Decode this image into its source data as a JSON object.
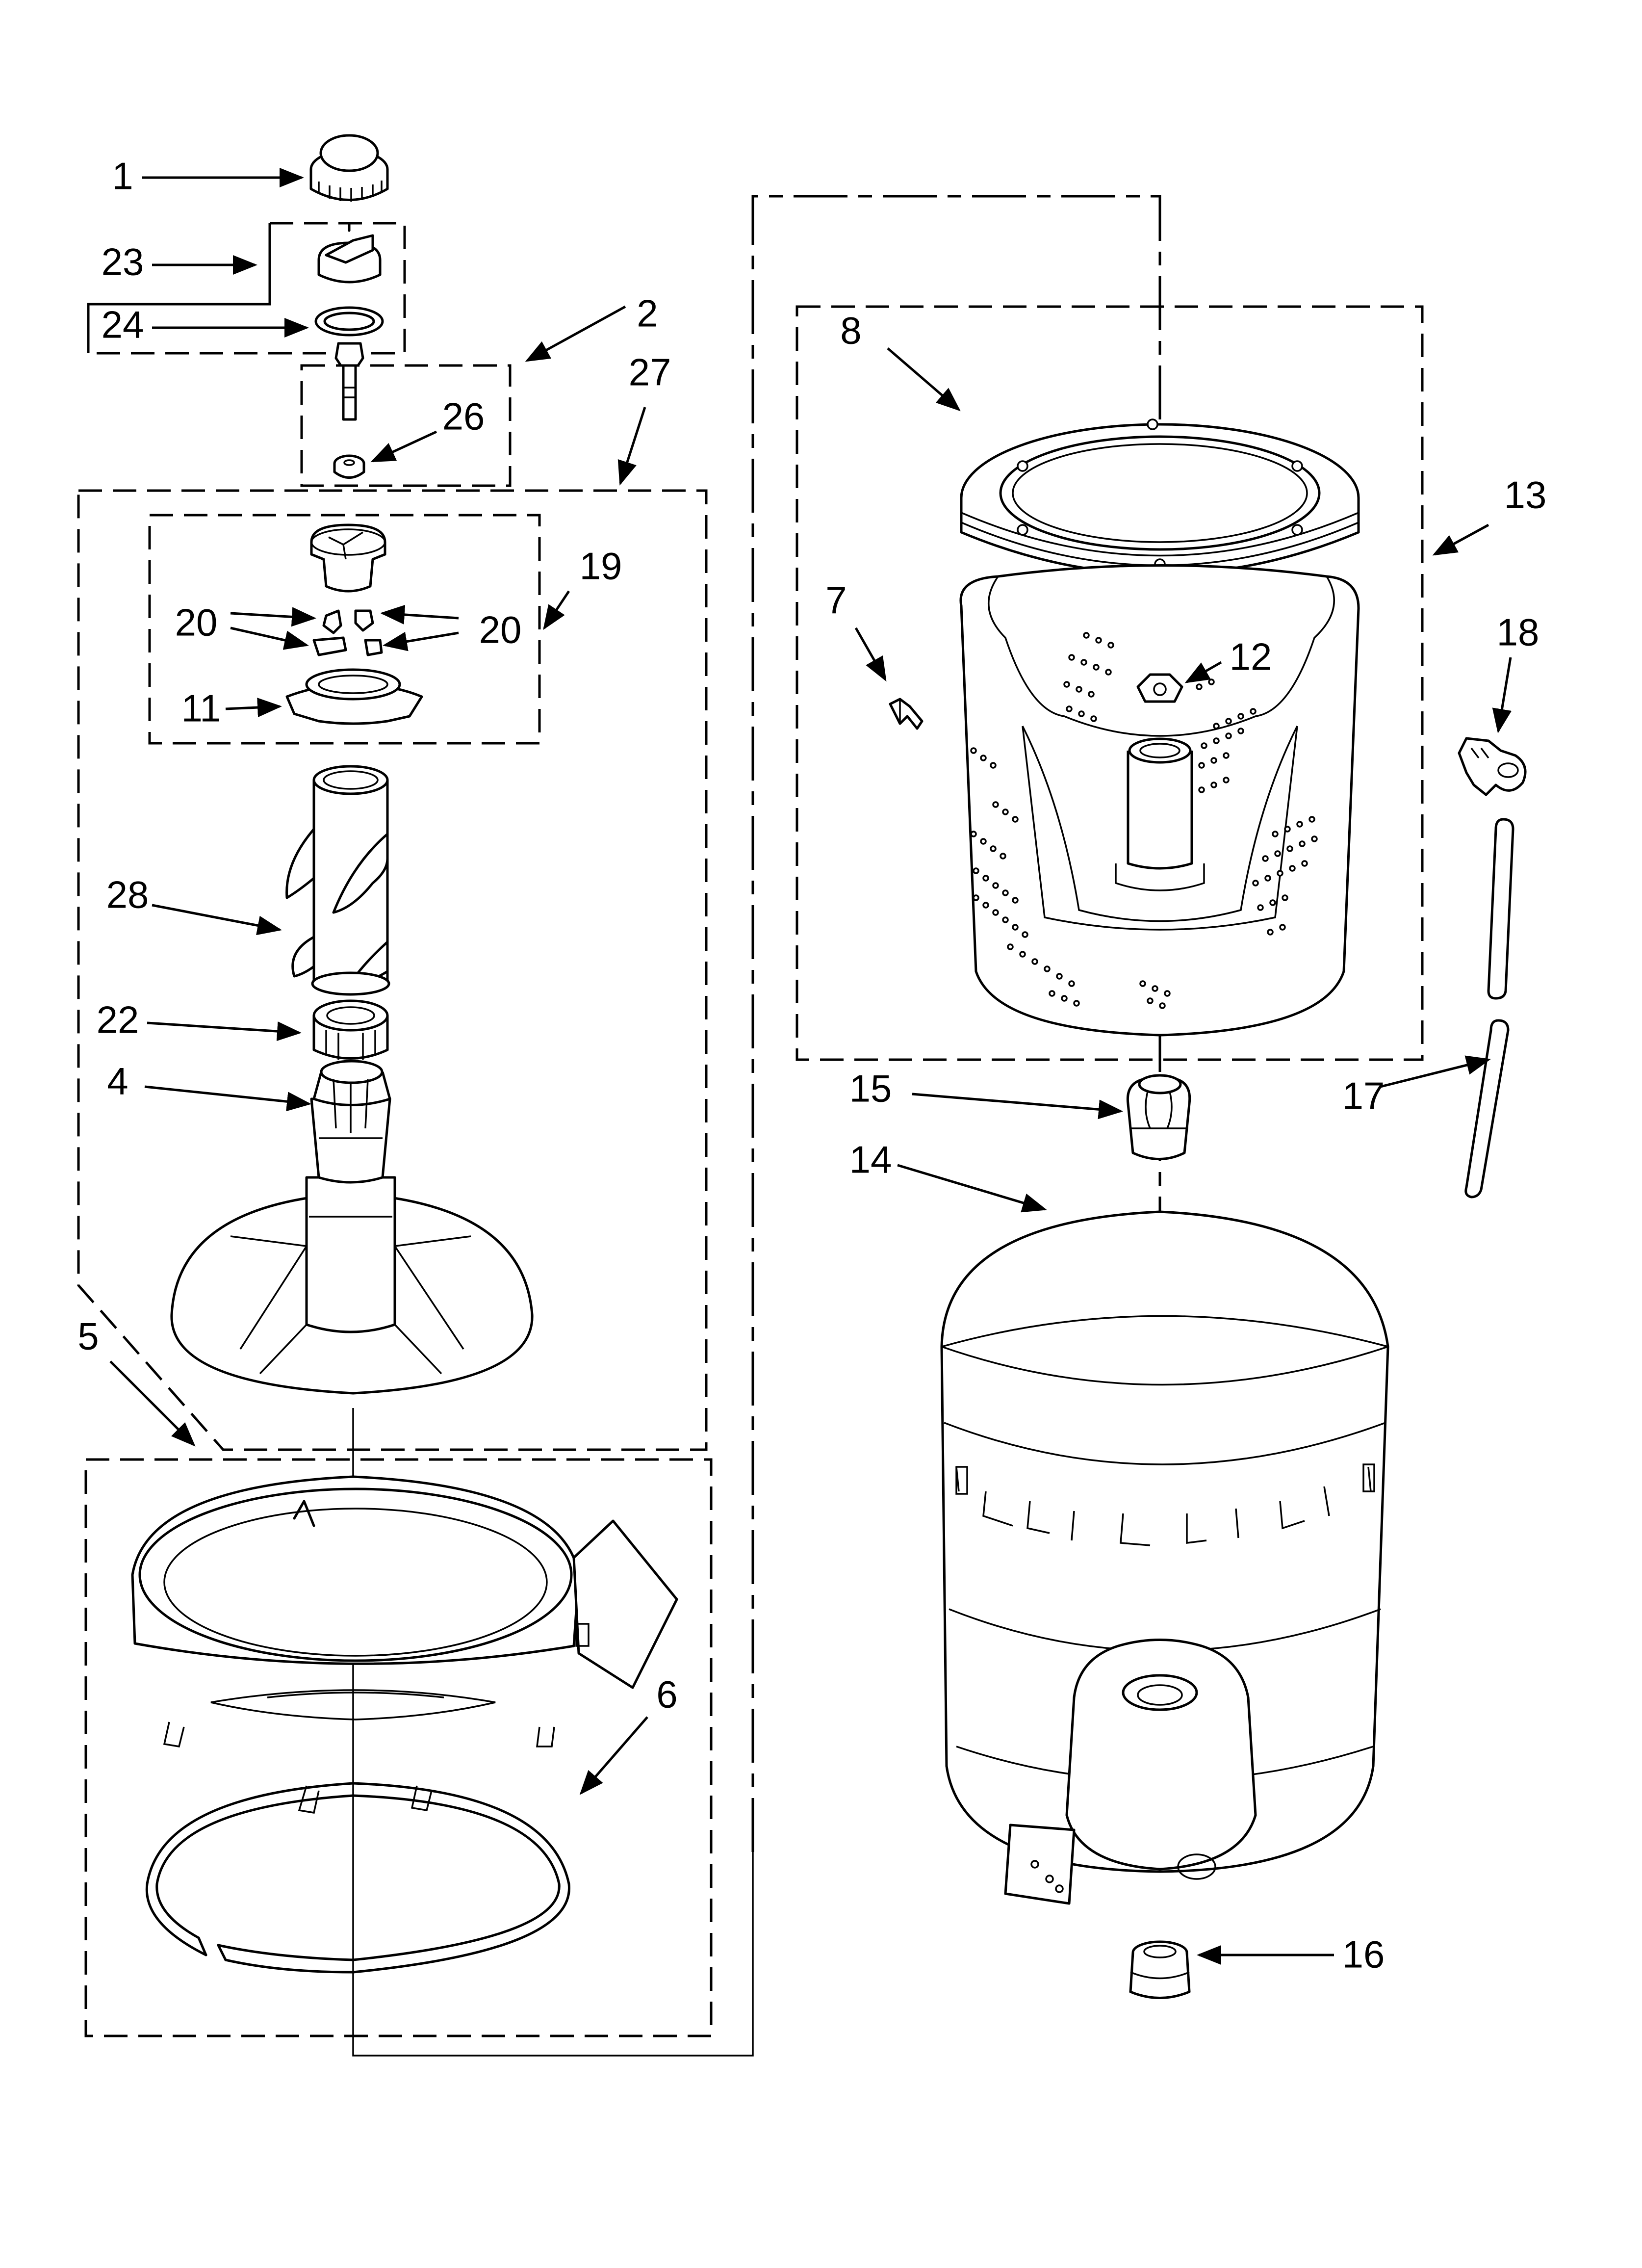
{
  "diagram": {
    "colors": {
      "line": "#000000",
      "background": "#ffffff"
    },
    "callouts": {
      "c1": "1",
      "c2": "2",
      "c4": "4",
      "c5": "5",
      "c6": "6",
      "c7": "7",
      "c8": "8",
      "c11": "11",
      "c12": "12",
      "c13": "13",
      "c14": "14",
      "c15": "15",
      "c16": "16",
      "c17": "17",
      "c18": "18",
      "c19": "19",
      "c20a": "20",
      "c20b": "20",
      "c22": "22",
      "c23": "23",
      "c24": "24",
      "c26": "26",
      "c27": "27",
      "c28": "28"
    }
  }
}
